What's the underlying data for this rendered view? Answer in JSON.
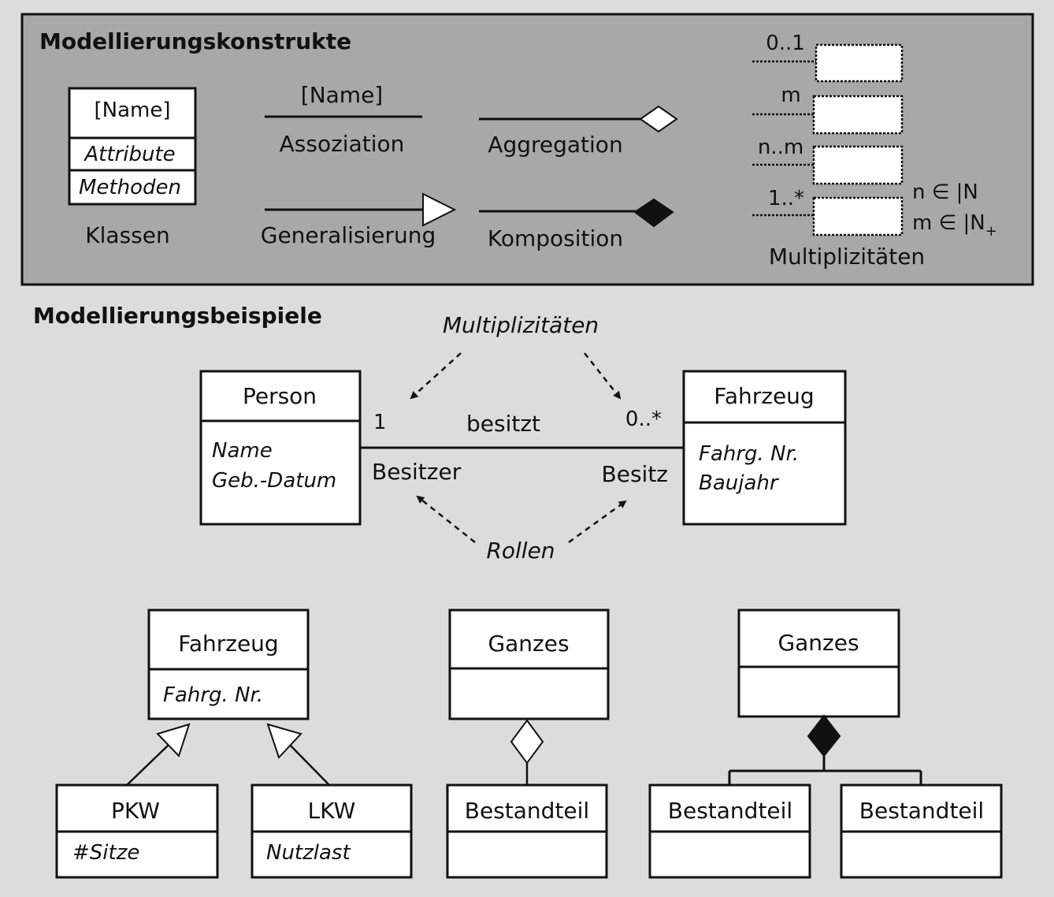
{
  "constructs": {
    "title": "Modellierungskonstrukte",
    "class_box": {
      "name": "[Name]",
      "attributes": "Attribute",
      "methods": "Methoden"
    },
    "class_label": "Klassen",
    "association": {
      "name": "[Name]",
      "label": "Assoziation"
    },
    "generalization_label": "Generalisierung",
    "aggregation_label": "Aggregation",
    "composition_label": "Komposition",
    "multiplicities": {
      "values": [
        "0..1",
        "m",
        "n..m",
        "1..*"
      ],
      "note_n": "n ∈ |N",
      "note_m": "m ∈ |N",
      "note_m_sub": "+",
      "label": "Multiplizitäten"
    }
  },
  "examples": {
    "title": "Modellierungsbeispiele",
    "multiplicity_callout": "Multiplizitäten",
    "roles_callout": "Rollen",
    "person": {
      "name": "Person",
      "attr1": "Name",
      "attr2": "Geb.-Datum"
    },
    "fahrzeug": {
      "name": "Fahrzeug",
      "attr1": "Fahrg. Nr.",
      "attr2": "Baujahr"
    },
    "association": {
      "name": "besitzt",
      "mult_left": "1",
      "mult_right": "0..*",
      "role_left": "Besitzer",
      "role_right": "Besitz"
    },
    "generalization": {
      "parent": {
        "name": "Fahrzeug",
        "attr": "Fahrg. Nr."
      },
      "child1": {
        "name": "PKW",
        "attr": "#Sitze"
      },
      "child2": {
        "name": "LKW",
        "attr": "Nutzlast"
      }
    },
    "aggregation": {
      "whole": "Ganzes",
      "part": "Bestandteil"
    },
    "composition": {
      "whole": "Ganzes",
      "part1": "Bestandteil",
      "part2": "Bestandteil"
    }
  }
}
